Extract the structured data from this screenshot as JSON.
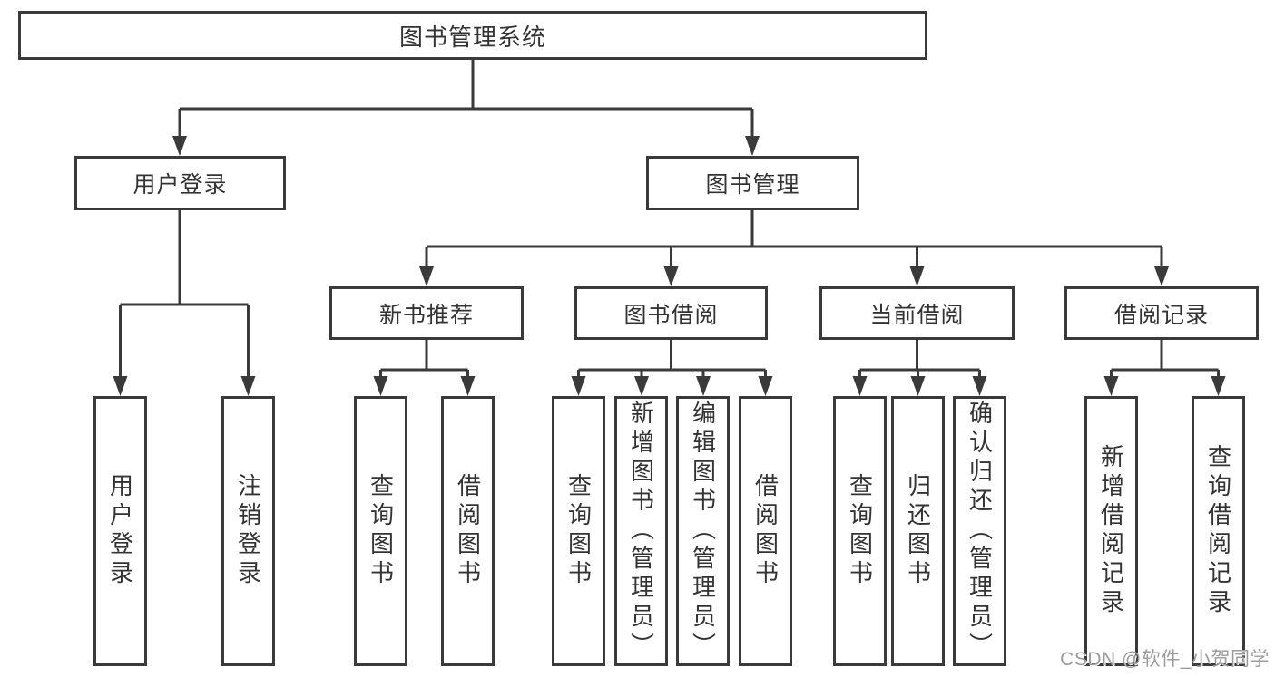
{
  "diagram": {
    "title": "图书管理系统",
    "root": {
      "label": "图书管理系统"
    },
    "branches": {
      "login": {
        "label": "用户登录"
      },
      "manage": {
        "label": "图书管理"
      },
      "recommend": {
        "label": "新书推荐"
      },
      "borrow": {
        "label": "图书借阅"
      },
      "current": {
        "label": "当前借阅"
      },
      "records": {
        "label": "借阅记录"
      }
    },
    "leaves": {
      "user_login": {
        "label": "用户登录",
        "parent": "用户登录"
      },
      "logout": {
        "label": "注销登录",
        "parent": "用户登录"
      },
      "rec_query": {
        "label": "查询图书",
        "parent": "新书推荐"
      },
      "rec_borrow": {
        "label": "借阅图书",
        "parent": "新书推荐"
      },
      "bor_query": {
        "label": "查询图书",
        "parent": "图书借阅"
      },
      "bor_add": {
        "label": "新增图书（管理员）",
        "parent": "图书借阅"
      },
      "bor_edit": {
        "label": "编辑图书（管理员）",
        "parent": "图书借阅"
      },
      "bor_borrow": {
        "label": "借阅图书",
        "parent": "图书借阅"
      },
      "cur_query": {
        "label": "查询图书",
        "parent": "当前借阅"
      },
      "cur_return": {
        "label": "归还图书",
        "parent": "当前借阅"
      },
      "cur_confirm": {
        "label": "确认归还（管理员）",
        "parent": "当前借阅"
      },
      "log_add": {
        "label": "新增借阅记录",
        "parent": "借阅记录"
      },
      "log_query": {
        "label": "查询借阅记录",
        "parent": "借阅记录"
      }
    }
  },
  "watermark": {
    "text": "CSDN @软件_小贺同学"
  },
  "colors": {
    "line": "#3a3a3a",
    "box_border": "#3a3a3a",
    "text": "#333333",
    "watermark": "#9b9b9b",
    "background": "#ffffff"
  }
}
